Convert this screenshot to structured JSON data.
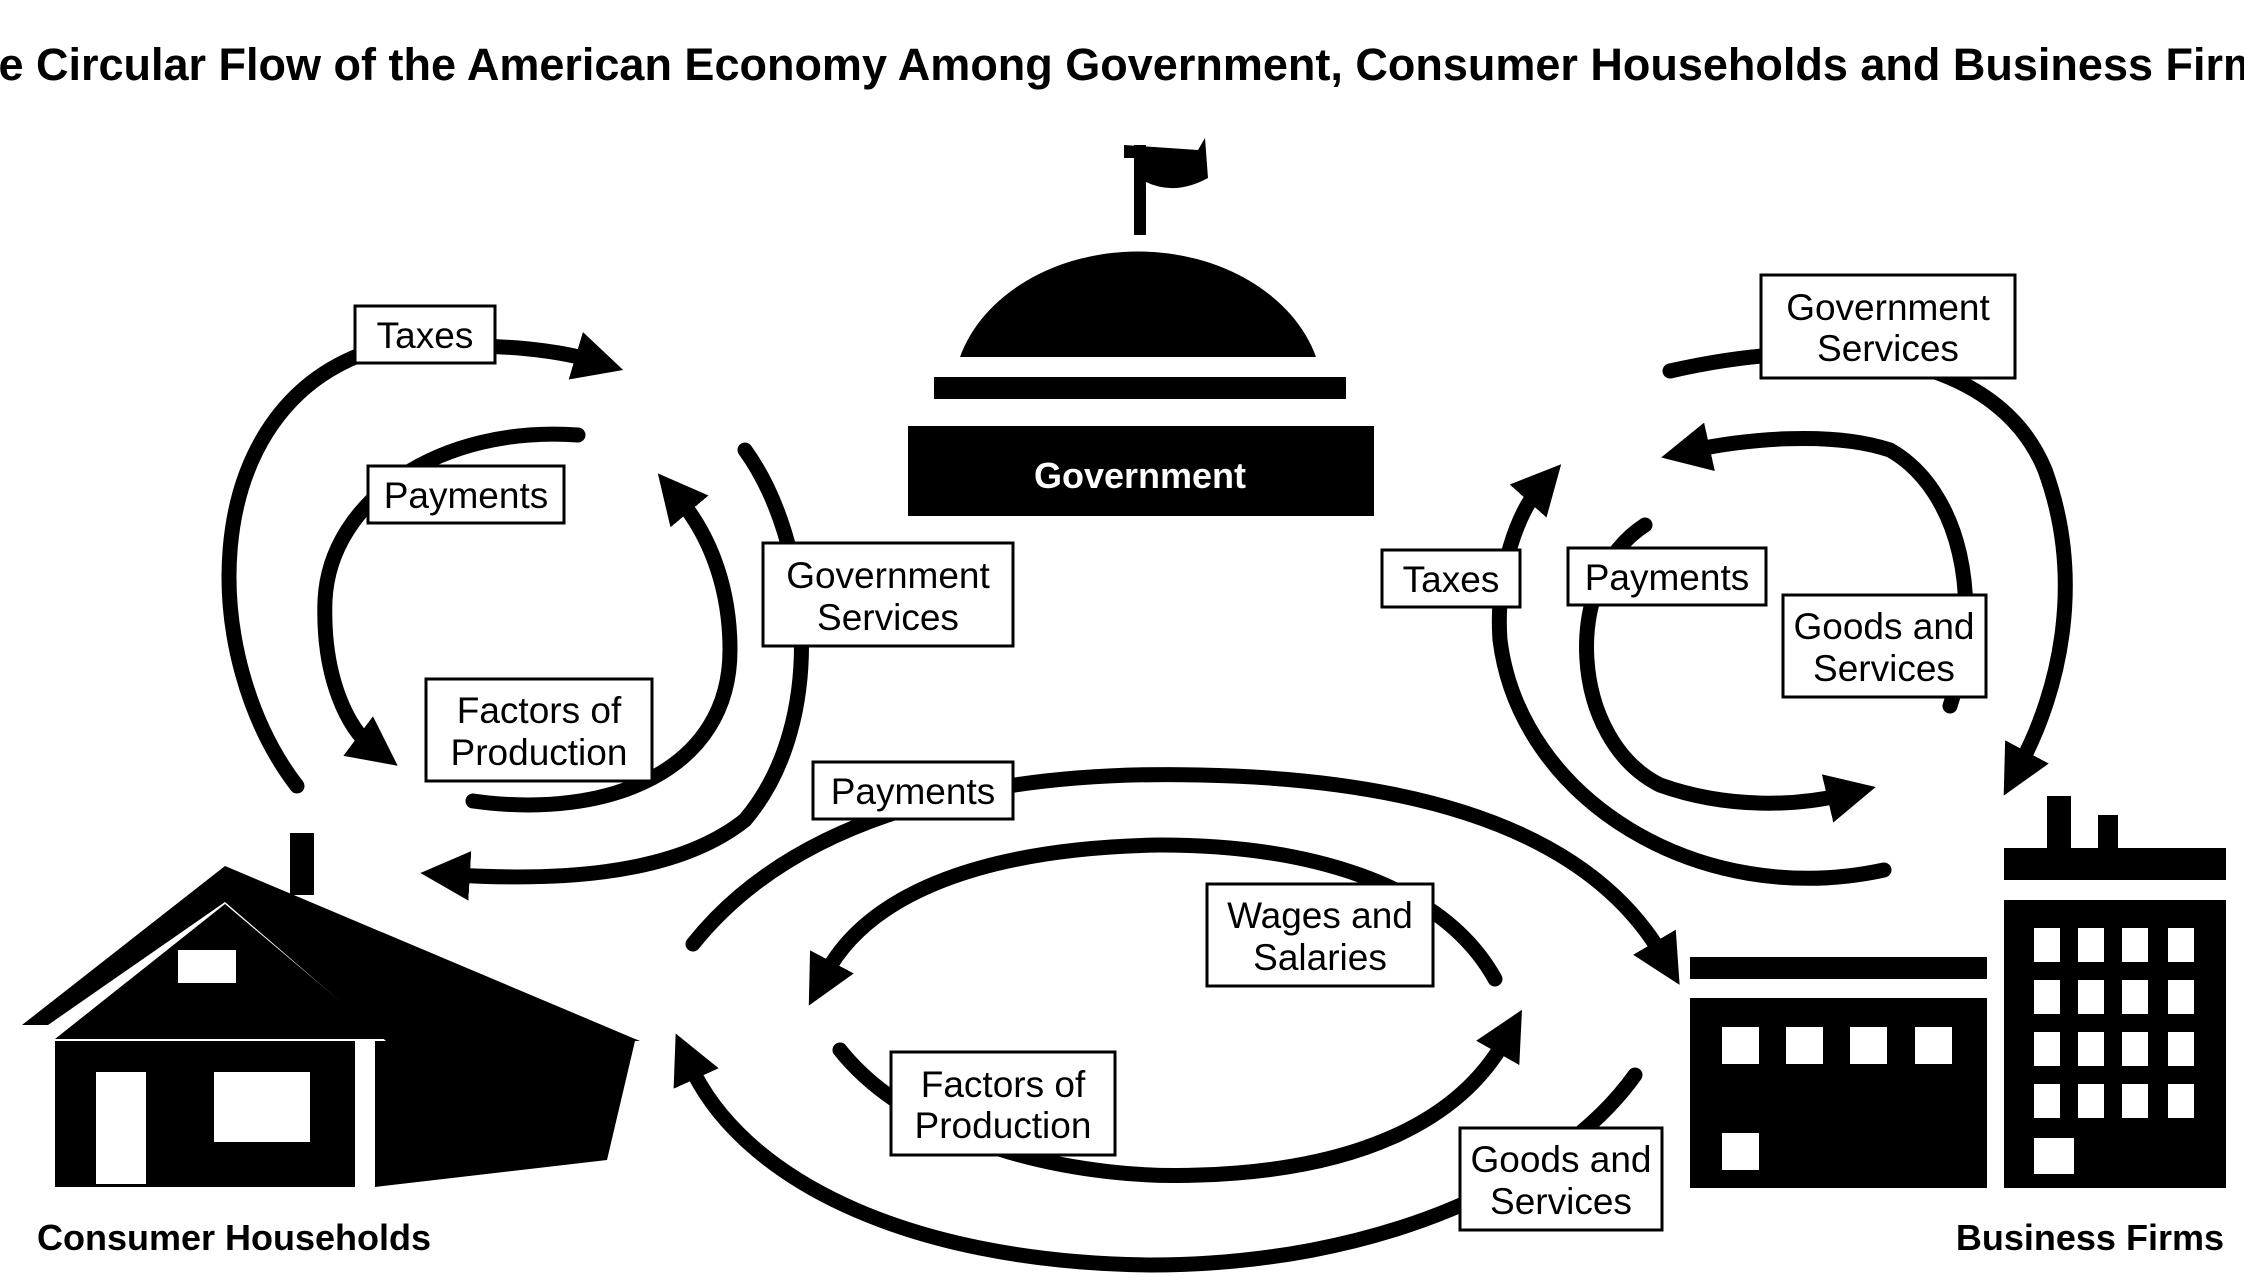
{
  "title": "The Circular Flow of the American Economy Among Government, Consumer Households and Business Firms.",
  "actors": {
    "government": "Government",
    "households": "Consumer Households",
    "firms": "Business Firms"
  },
  "flow_labels": {
    "hh_taxes": "Taxes",
    "hh_payments": "Payments",
    "hh_gov_services": [
      "Government",
      "Services"
    ],
    "hh_factors": [
      "Factors of",
      "Production"
    ],
    "firm_gov_services": [
      "Government",
      "Services"
    ],
    "firm_taxes": "Taxes",
    "firm_payments": "Payments",
    "firm_goods": [
      "Goods and",
      "Services"
    ],
    "center_payments": "Payments",
    "center_wages": [
      "Wages and",
      "Salaries"
    ],
    "center_factors": [
      "Factors of",
      "Production"
    ],
    "center_goods": [
      "Goods and",
      "Services"
    ]
  }
}
